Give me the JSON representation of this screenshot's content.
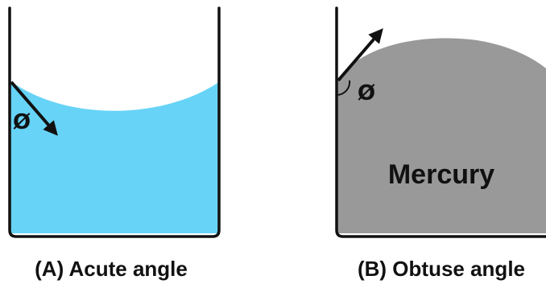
{
  "panel_a": {
    "angle_symbol": "Ø",
    "caption": "(A) Acute angle",
    "liquid_color": "#66D3F7"
  },
  "panel_b": {
    "angle_symbol": "Ø",
    "liquid_label": "Mercury",
    "caption": "(B) Obtuse angle",
    "liquid_color": "#999999"
  },
  "colors": {
    "outline": "#111111",
    "background": "#ffffff"
  }
}
